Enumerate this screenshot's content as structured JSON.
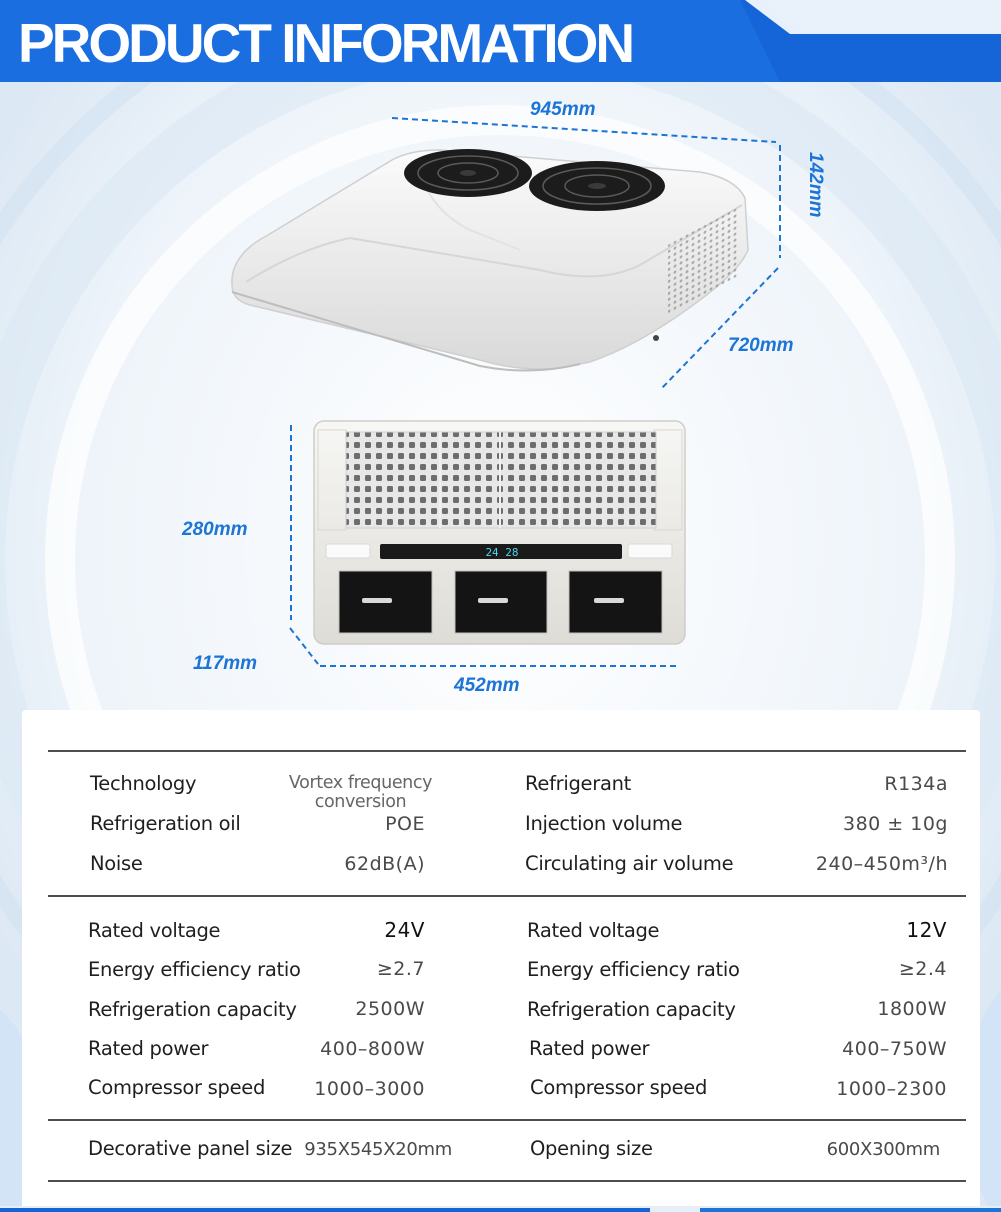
{
  "header": {
    "title": "PRODUCT INFORMATION"
  },
  "dimensions": {
    "top_width": "945mm",
    "top_height": "142mm",
    "top_depth": "720mm",
    "front_height": "280mm",
    "front_depth": "117mm",
    "front_width": "452mm"
  },
  "display": {
    "readout": "24 28"
  },
  "specs": {
    "group1": [
      {
        "label": "Technology",
        "value": "Vortex frequency conversion",
        "label2": "Refrigerant",
        "value2": "R134a"
      },
      {
        "label": "Refrigeration oil",
        "value": "POE",
        "label2": "Injection volume",
        "value2": "380 ± 10g"
      },
      {
        "label": "Noise",
        "value": "62dB(A)",
        "label2": "Circulating air volume",
        "value2": "240–450m³/h"
      }
    ],
    "group2": [
      {
        "label": "Rated voltage",
        "value": "24V",
        "label2": "Rated voltage",
        "value2": "12V"
      },
      {
        "label": "Energy efficiency ratio",
        "value": "≥2.7",
        "label2": "Energy efficiency ratio",
        "value2": "≥2.4"
      },
      {
        "label": "Refrigeration capacity",
        "value": "2500W",
        "label2": "Refrigeration capacity",
        "value2": "1800W"
      },
      {
        "label": "Rated power",
        "value": "400–800W",
        "label2": "Rated power",
        "value2": "400–750W"
      },
      {
        "label": "Compressor speed",
        "value": "1000–3000",
        "label2": "Compressor speed",
        "value2": "1000–2300"
      }
    ],
    "group3": [
      {
        "label": "Decorative panel size",
        "value": "935X545X20mm",
        "label2": "Opening size",
        "value2": "600X300mm"
      }
    ],
    "tech_value_line1": "Vortex frequency",
    "tech_value_line2": "conversion"
  },
  "colors": {
    "brand_blue": "#1b74d6",
    "banner_blue": "#1565d8"
  }
}
